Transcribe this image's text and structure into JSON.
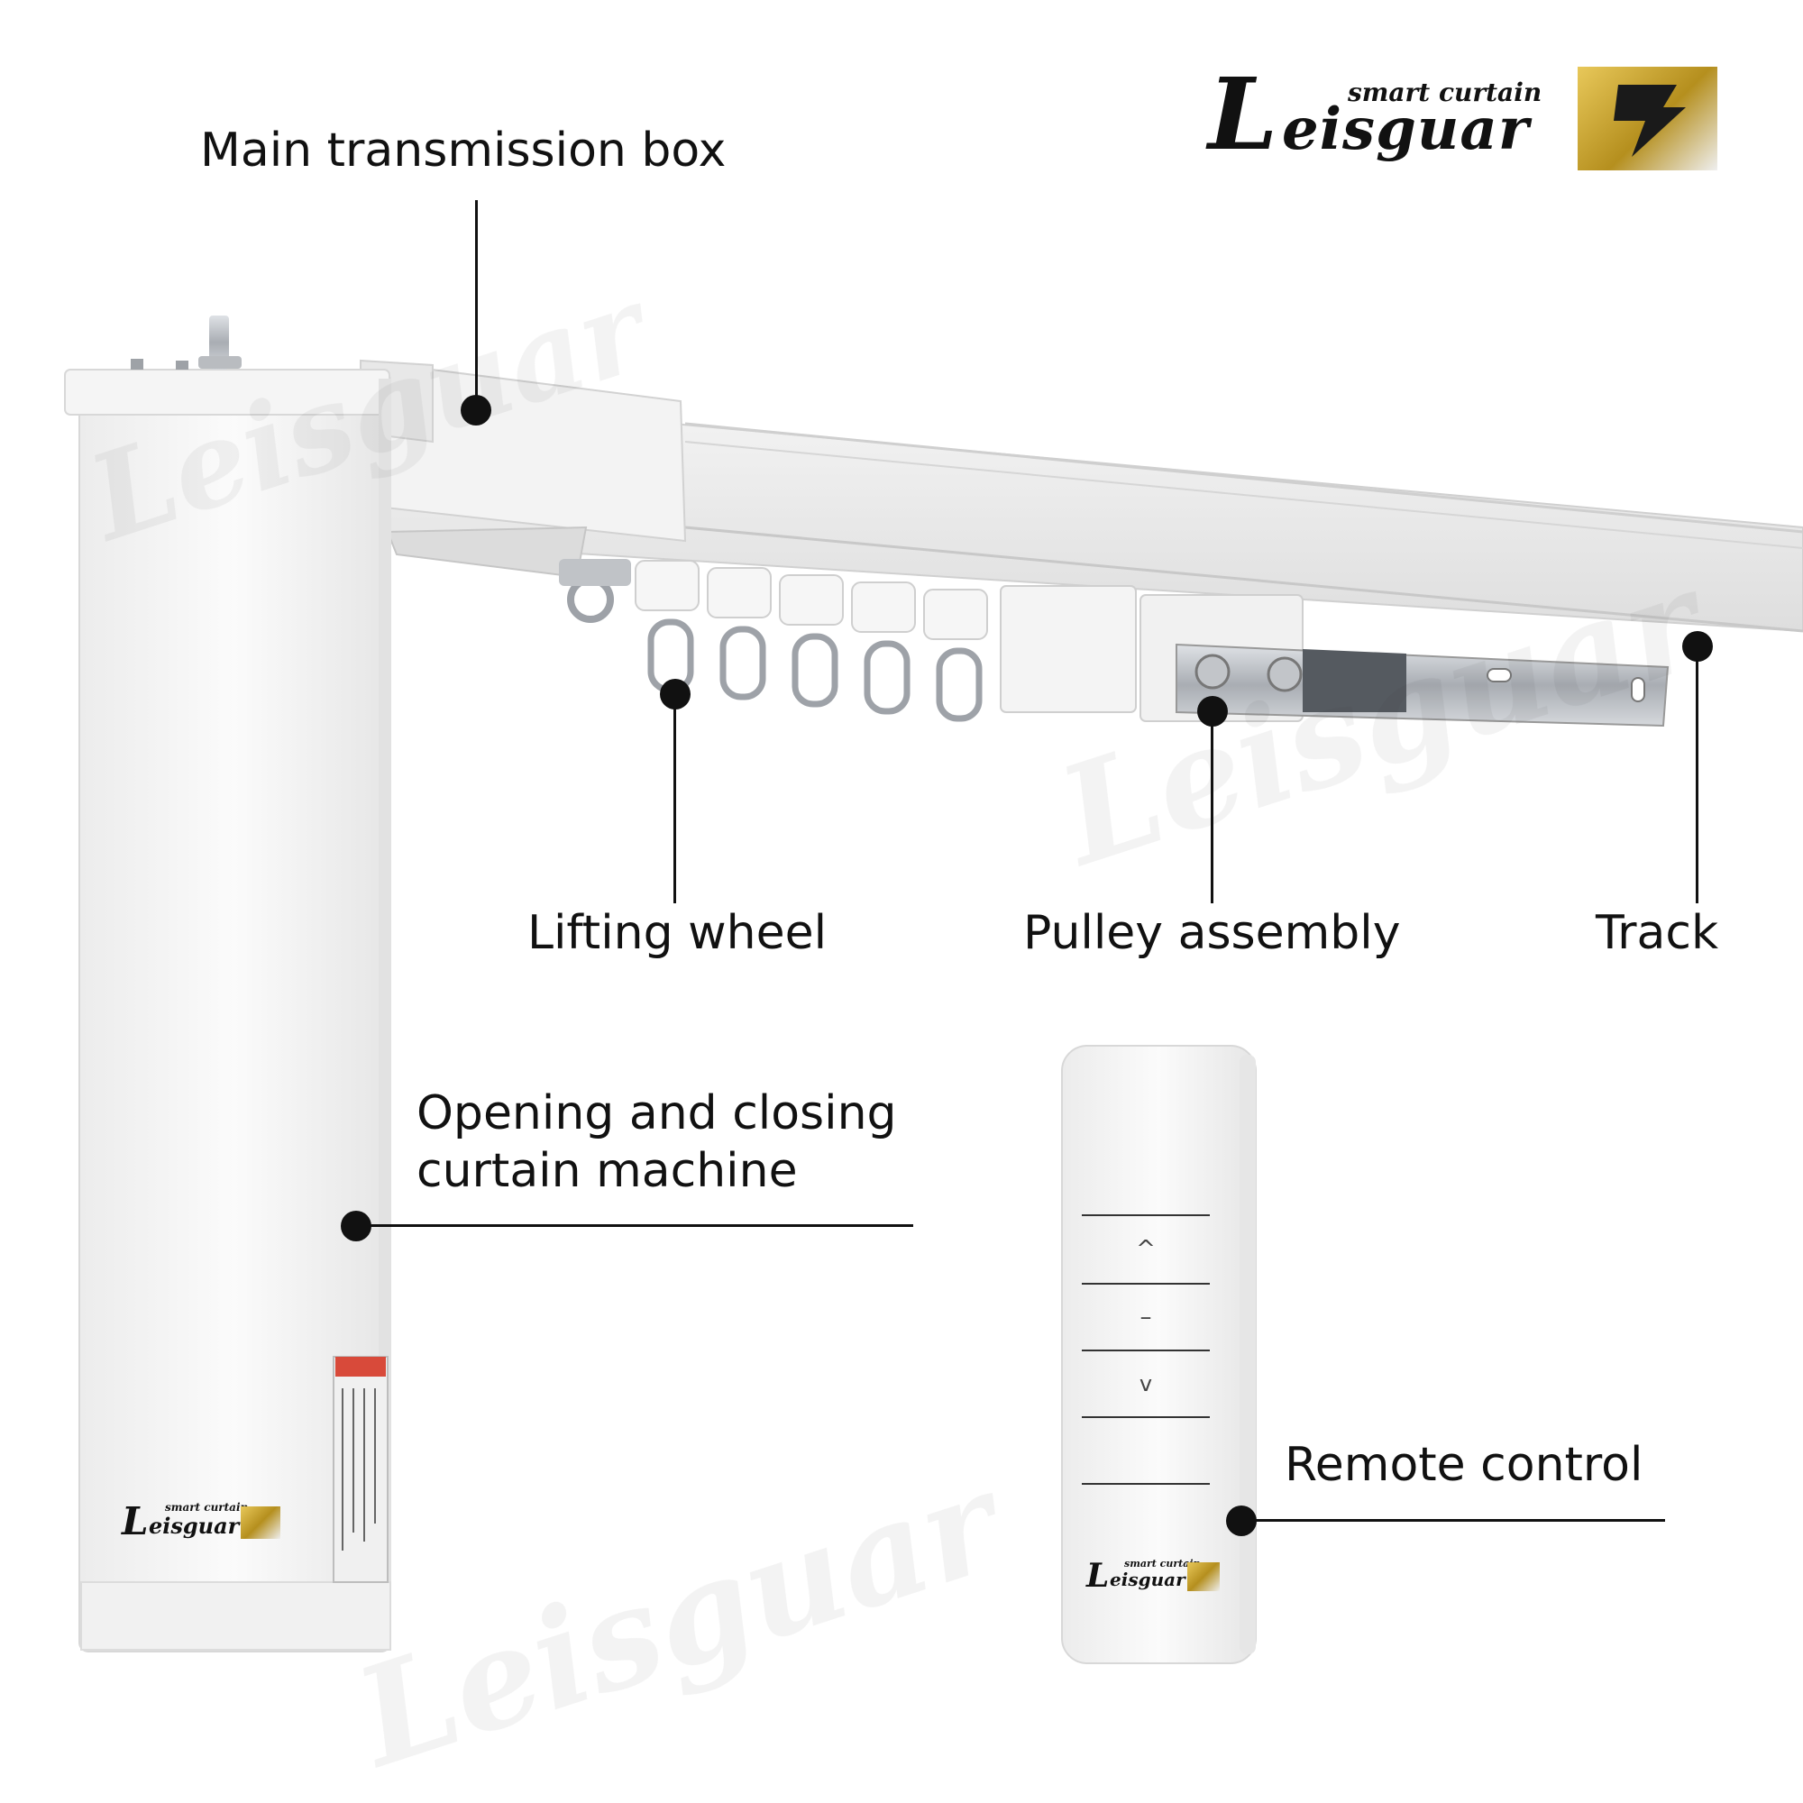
{
  "brand": {
    "tagline": "smart curtain",
    "name_initial": "L",
    "name_rest": "eisguar"
  },
  "labels": {
    "main_transmission_box": "Main transmission box",
    "lifting_wheel": "Lifting wheel",
    "pulley_assembly": "Pulley assembly",
    "track": "Track",
    "opening_closing_line1": "Opening and closing",
    "opening_closing_line2": "curtain machine",
    "remote_control": "Remote control"
  },
  "remote": {
    "up_symbol": "^",
    "stop_symbol": "–",
    "down_symbol": "v"
  },
  "colors": {
    "brand_gold": "#c9a227",
    "body_white": "#f7f7f7",
    "steel": "#b8bcc2"
  }
}
